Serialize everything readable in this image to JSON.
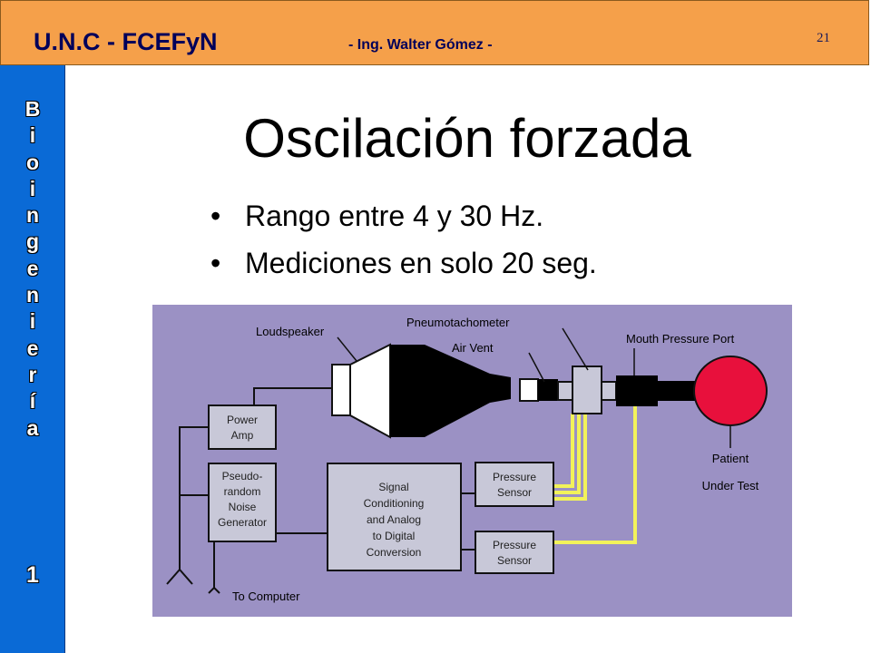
{
  "header": {
    "brand": "U.N.C - FCEFyN",
    "author": "- Ing. Walter Gómez -",
    "slide_number": "21"
  },
  "sidebar": {
    "letters": [
      "B",
      "i",
      "o",
      "i",
      "n",
      "g",
      "e",
      "n",
      "i",
      "e",
      "r",
      "í",
      "a"
    ],
    "number": "1"
  },
  "slide": {
    "title": "Oscilación forzada",
    "bullet_marker": "•",
    "bullets": [
      "Rango entre 4 y 30 Hz.",
      "Mediciones en solo 20 seg."
    ]
  },
  "diagram": {
    "labels": {
      "loudspeaker": "Loudspeaker",
      "pneumotachometer": "Pneumotachometer",
      "air_vent": "Air Vent",
      "mouth_pressure_port": "Mouth Pressure Port",
      "patient_line1": "Patient",
      "patient_line2": "Under Test",
      "power_amp_line1": "Power",
      "power_amp_line2": "Amp",
      "noise_line1": "Pseudo-",
      "noise_line2": "random",
      "noise_line3": "Noise",
      "noise_line4": "Generator",
      "signal_line1": "Signal",
      "signal_line2": "Conditioning",
      "signal_line3": "and Analog",
      "signal_line4": "to Digital",
      "signal_line5": "Conversion",
      "pressure_sensor1_line1": "Pressure",
      "pressure_sensor1_line2": "Sensor",
      "pressure_sensor2_line1": "Pressure",
      "pressure_sensor2_line2": "Sensor",
      "to_computer": "To Computer"
    },
    "colors": {
      "background": "#9b91c4",
      "box_fill": "#c8c8d8",
      "signal_wire": "#f2f25a",
      "patient": "#e8103c"
    }
  }
}
